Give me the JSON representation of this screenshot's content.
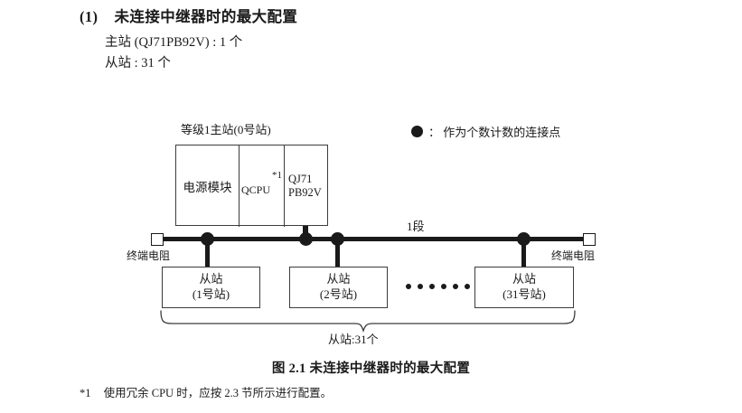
{
  "heading": {
    "section_number": "(1)",
    "section_title": "未连接中继器时的最大配置",
    "spec_master": "主站 (QJ71PB92V) : 1 个",
    "spec_slave": "从站 : 31 个"
  },
  "legend": {
    "symbol": "filled-circle",
    "text": "： 作为个数计数的连接点"
  },
  "diagram": {
    "master_label": "等级1主站(0号站)",
    "rack": {
      "power_module": "电源模块",
      "cpu_module": "QCPU",
      "cpu_footnote_mark": "*1",
      "network_module_line1": "QJ71",
      "network_module_line2": "PB92V"
    },
    "bus": {
      "segment_label": "1段",
      "terminator_left": "终端电阻",
      "terminator_right": "终端电阻"
    },
    "slaves": [
      {
        "name": "从站",
        "station": "(1号站)"
      },
      {
        "name": "从站",
        "station": "(2号站)"
      },
      {
        "name": "从站",
        "station": "(31号站)"
      }
    ],
    "ellipsis_count": 6,
    "brace_label": "从站:31个"
  },
  "caption": "图 2.1  未连接中继器时的最大配置",
  "footnote": {
    "mark": "*1",
    "text": "使用冗余 CPU 时，应按 2.3 节所示进行配置。"
  },
  "colors": {
    "ink": "#1a1a1a",
    "box_stroke": "#3c3c3c",
    "background": "#ffffff"
  }
}
